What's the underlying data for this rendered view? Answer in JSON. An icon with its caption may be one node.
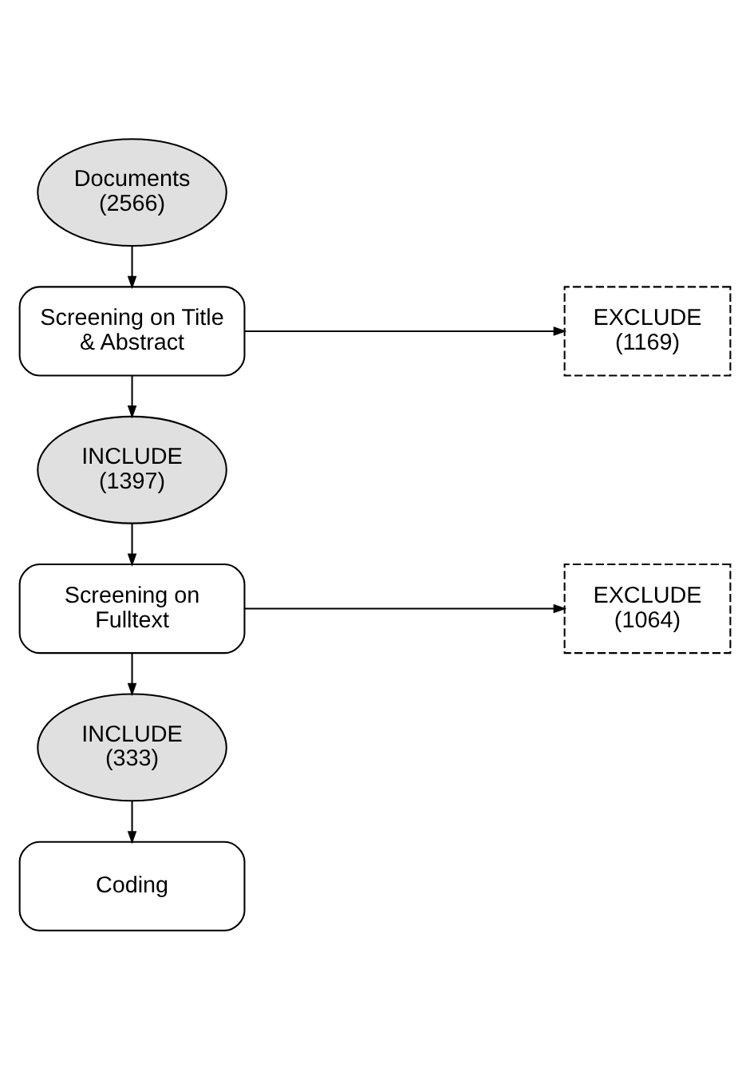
{
  "diagram": {
    "nodes": [
      {
        "text": [
          "Documents",
          "(2566)"
        ]
      },
      {
        "text": [
          "Screening on Title & Abstract"
        ]
      },
      {
        "text": [
          "EXCLUDE",
          "(1169)"
        ]
      },
      {
        "text": [
          "INCLUDE",
          "(1397)"
        ]
      },
      {
        "text": [
          "Screening on Fulltext"
        ]
      },
      {
        "text": [
          "EXCLUDE",
          "(1064)"
        ]
      },
      {
        "text": [
          "INCLUDE",
          "(333)"
        ]
      },
      {
        "text": [
          "Coding"
        ]
      }
    ],
    "edges": [
      {
        "from": 0,
        "to": 1,
        "arrow": "to"
      },
      {
        "from": 1,
        "to": 2,
        "arrow": "to"
      },
      {
        "from": 1,
        "to": 3,
        "arrow": "to"
      },
      {
        "from": 3,
        "to": 4,
        "arrow": "to"
      },
      {
        "from": 4,
        "to": 5,
        "arrow": "to"
      },
      {
        "from": 4,
        "to": 6,
        "arrow": "to"
      },
      {
        "from": 6,
        "to": 7,
        "arrow": "to"
      }
    ]
  }
}
